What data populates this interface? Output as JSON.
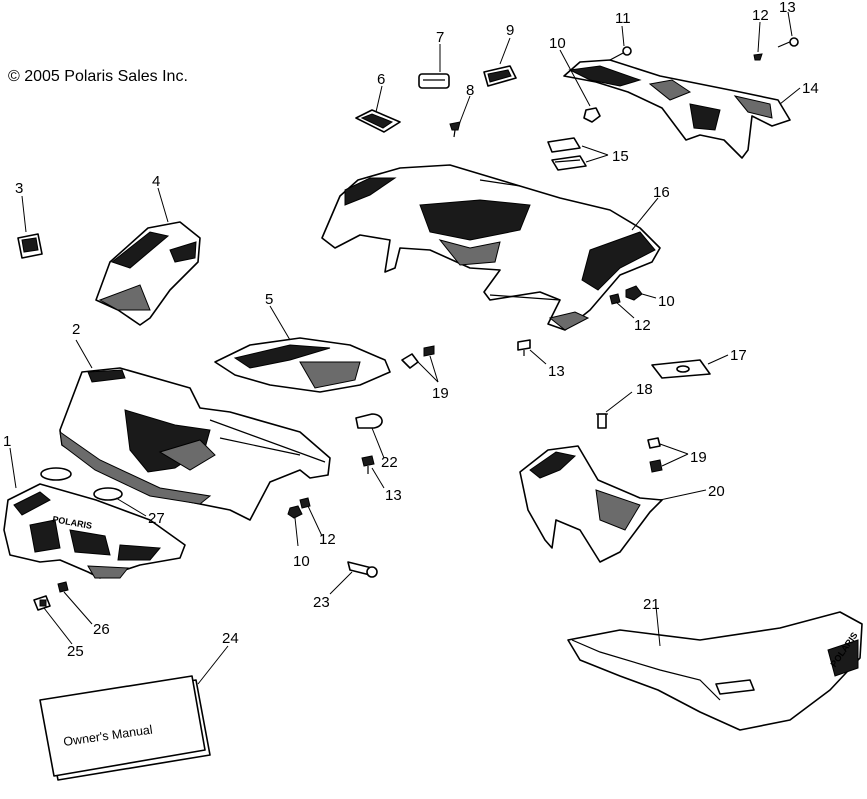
{
  "copyright": "© 2005 Polaris Sales Inc.",
  "manual_text": "Owner's Manual",
  "seat_logo": "POLARIS",
  "front_cab_logo": "POLARIS",
  "callouts": {
    "c1": "1",
    "c2": "2",
    "c3": "3",
    "c4": "4",
    "c5": "5",
    "c6": "6",
    "c7": "7",
    "c8": "8",
    "c9": "9",
    "c10a": "10",
    "c11": "11",
    "c12a": "12",
    "c13a": "13",
    "c14": "14",
    "c15": "15",
    "c16": "16",
    "c10b": "10",
    "c12b": "12",
    "c13b": "13",
    "c17": "17",
    "c18": "18",
    "c19a": "19",
    "c19b": "19",
    "c20": "20",
    "c21": "21",
    "c22": "22",
    "c13c": "13",
    "c10c": "10",
    "c12c": "12",
    "c23": "23",
    "c24": "24",
    "c25": "25",
    "c26": "26",
    "c27": "27"
  }
}
